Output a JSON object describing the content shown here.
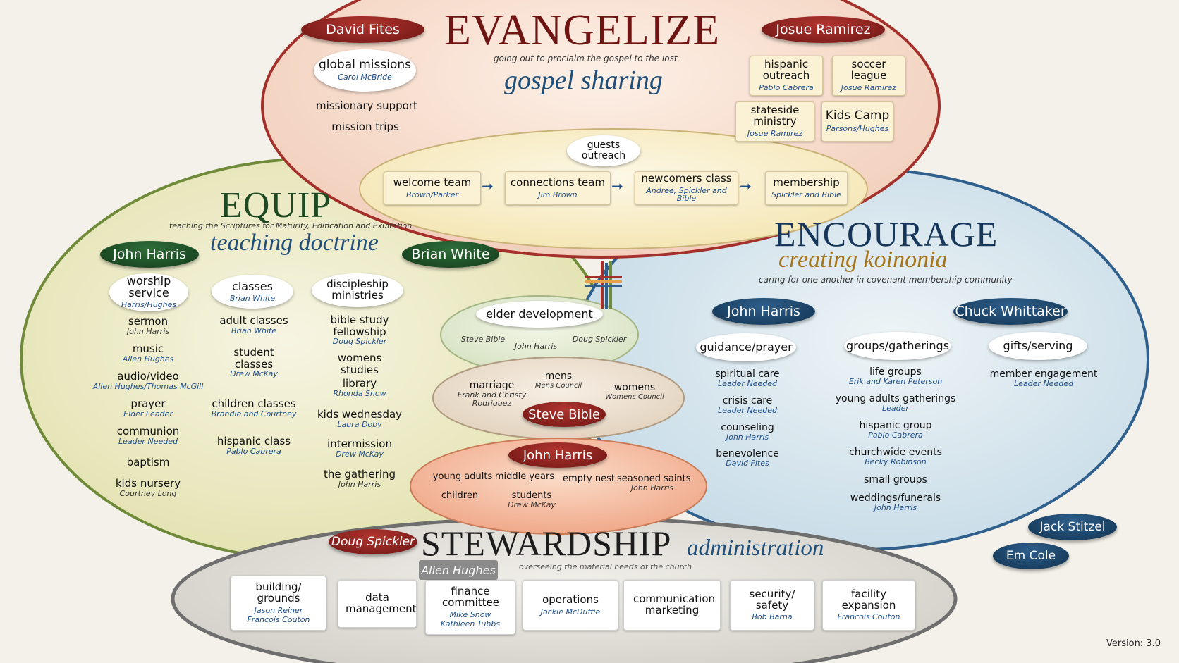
{
  "evangelize": {
    "title": "EVANGELIZE",
    "subtitle": "going out to proclaim the gospel to the lost",
    "script": "gospel sharing",
    "leader_left": "David Fites",
    "leader_right": "Josue Ramirez",
    "global": {
      "title": "global missions",
      "sub": "Carol McBride"
    },
    "items": [
      "missionary support",
      "mission trips"
    ],
    "boxes": [
      {
        "title": "hispanic outreach",
        "sub": "Pablo Cabrera"
      },
      {
        "title": "soccer league",
        "sub": "Josue Ramirez"
      },
      {
        "title": "stateside ministry",
        "sub": "Josue Ramirez"
      },
      {
        "title": "Kids Camp",
        "sub": "Parsons/Hughes"
      }
    ]
  },
  "guests": {
    "title": "guests outreach",
    "steps": [
      {
        "title": "welcome team",
        "sub": "Brown/Parker"
      },
      {
        "title": "connections team",
        "sub": "Jim Brown"
      },
      {
        "title": "newcomers class",
        "sub": "Andree, Spickler and Bible"
      },
      {
        "title": "membership",
        "sub": "Spickler and Bible"
      }
    ]
  },
  "equip": {
    "title": "EQUIP",
    "subtitle": "teaching the Scriptures  for Maturity, Edification and Exultation",
    "script": "teaching doctrine",
    "leader_left": "John Harris",
    "leader_right": "Brian White",
    "col1": {
      "head": {
        "title": "worship service",
        "sub": "Harris/Hughes"
      },
      "items": [
        {
          "title": "sermon",
          "sub": "John Harris"
        },
        {
          "title": "music",
          "sub": "Allen Hughes"
        },
        {
          "title": "audio/video",
          "sub": "Allen Hughes/Thomas McGill"
        },
        {
          "title": "prayer",
          "sub": "Elder Leader"
        },
        {
          "title": "communion",
          "sub": "Leader Needed"
        },
        {
          "title": "baptism",
          "sub": ""
        },
        {
          "title": "kids nursery",
          "sub": "Courtney Long"
        }
      ]
    },
    "col2": {
      "head": {
        "title": "classes",
        "sub": "Brian White"
      },
      "items": [
        {
          "title": "adult classes",
          "sub": "Brian White"
        },
        {
          "title": "student classes",
          "sub": "Drew McKay"
        },
        {
          "title": "children classes",
          "sub": "Brandie and Courtney"
        },
        {
          "title": "hispanic class",
          "sub": "Pablo Cabrera"
        }
      ]
    },
    "col3": {
      "head": {
        "title": "discipleship ministries",
        "sub": ""
      },
      "items": [
        {
          "title": "bible study fellowship",
          "sub": "Doug Spickler"
        },
        {
          "title": "womens studies",
          "sub": ""
        },
        {
          "title": "library",
          "sub": "Rhonda Snow"
        },
        {
          "title": "kids wednesday",
          "sub": "Laura Doby"
        },
        {
          "title": "intermission",
          "sub": "Drew McKay"
        },
        {
          "title": "the gathering",
          "sub": "John Harris"
        }
      ]
    }
  },
  "center": {
    "elder": {
      "title": "elder development",
      "people": [
        "Steve Bible",
        "John Harris",
        "Doug Spickler"
      ]
    },
    "marriage": {
      "leader": "Steve Bible",
      "marriage": {
        "title": "marriage",
        "sub": "Frank and Christy Rodriquez"
      },
      "mens": {
        "title": "mens",
        "sub": "Mens Council"
      },
      "womens": {
        "title": "womens",
        "sub": "Womens Council"
      }
    },
    "ages": {
      "leader": "John Harris",
      "items": [
        "young adults",
        "middle years",
        "empty nest",
        "seasoned saints",
        "children",
        "students"
      ],
      "students_sub": "Drew McKay",
      "saints_sub": "John Harris"
    }
  },
  "encourage": {
    "title": "ENCOURAGE",
    "script": "creating koinonia",
    "subtitle": "caring for one another in covenant membership community",
    "leader_left": "John Harris",
    "leader_right": "Chuck Whittaker",
    "col1": {
      "head": "guidance/prayer",
      "items": [
        {
          "title": "spiritual care",
          "sub": "Leader Needed"
        },
        {
          "title": "crisis care",
          "sub": "Leader Needed"
        },
        {
          "title": "counseling",
          "sub": "John Harris"
        },
        {
          "title": "benevolence",
          "sub": "David Fites"
        }
      ]
    },
    "col2": {
      "head": "groups/gatherings",
      "items": [
        {
          "title": "life groups",
          "sub": "Erik and Karen Peterson"
        },
        {
          "title": "young adults gatherings",
          "sub": "Leader"
        },
        {
          "title": "hispanic group",
          "sub": "Pablo Cabrera"
        },
        {
          "title": "churchwide events",
          "sub": "Becky Robinson"
        },
        {
          "title": "small groups",
          "sub": ""
        },
        {
          "title": "weddings/funerals",
          "sub": "John Harris"
        }
      ]
    },
    "col3": {
      "head": "gifts/serving",
      "items": [
        {
          "title": "member engagement",
          "sub": "Leader Needed"
        }
      ]
    },
    "extra_leaders": [
      "Jack Stitzel",
      "Em Cole"
    ]
  },
  "stewardship": {
    "title": "STEWARDSHIP",
    "script": "administration",
    "subtitle": "overseeing the material needs of the church",
    "leader_left": "Doug Spickler",
    "leader_sub": "Allen Hughes",
    "boxes": [
      {
        "title": "building/ grounds",
        "sub": "Jason Reiner",
        "sub2": "Francois Couton"
      },
      {
        "title": "data management",
        "sub": "",
        "sub2": ""
      },
      {
        "title": "finance committee",
        "sub": "Mike Snow",
        "sub2": "Kathleen Tubbs"
      },
      {
        "title": "operations",
        "sub": "Jackie McDuffie",
        "sub2": ""
      },
      {
        "title": "communication marketing",
        "sub": "",
        "sub2": ""
      },
      {
        "title": "security/ safety",
        "sub": "Bob Barna",
        "sub2": ""
      },
      {
        "title": "facility expansion",
        "sub": "Francois Couton",
        "sub2": ""
      }
    ]
  },
  "version": "Version: 3.0",
  "colors": {
    "evangelize": "#f6d7c6",
    "equip": "#e7e6b8",
    "encourage": "#cfe0ea",
    "stewardship": "#dcd9d2",
    "red_accent": "#8a1c17",
    "green_accent": "#2a5a2f",
    "blue_accent": "#1f3f64"
  }
}
